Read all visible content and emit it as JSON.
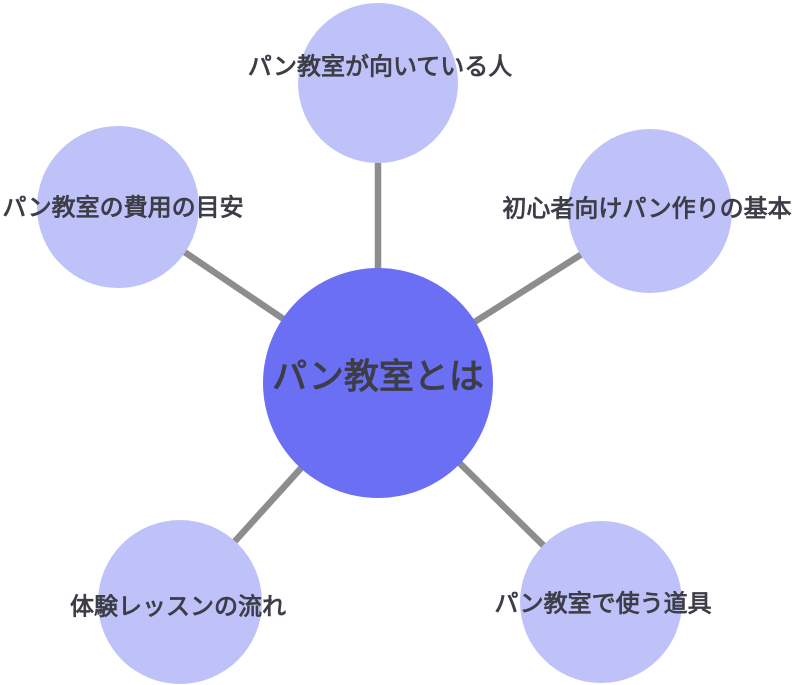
{
  "diagram": {
    "type": "mindmap",
    "center": {
      "label": "パン教室とは"
    },
    "nodes": [
      {
        "id": "top",
        "label": "パン教室が向いている人"
      },
      {
        "id": "upper-right",
        "label": "初心者向けパン作りの基本"
      },
      {
        "id": "lower-right",
        "label": "パン教室で使う道具"
      },
      {
        "id": "lower-left",
        "label": "体験レッスンの流れ"
      },
      {
        "id": "upper-left",
        "label": "パン教室の費用の目安"
      }
    ],
    "colors": {
      "center_fill": "#6a6ff4",
      "node_fill": "#bfc2f8",
      "connector": "#8d8d8d",
      "text": "#3d3d47",
      "background": "#ffffff"
    }
  }
}
